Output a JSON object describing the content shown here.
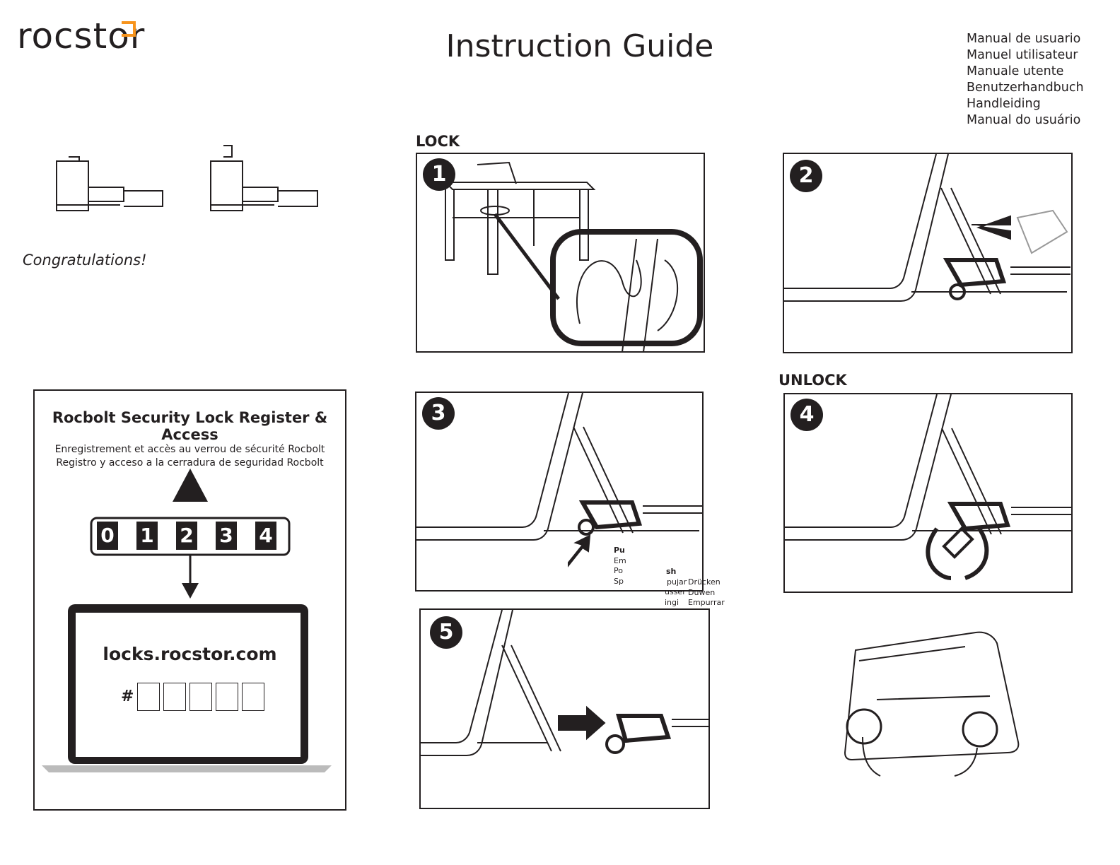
{
  "brand": {
    "logo": "rocstor",
    "accent": "#f7941d"
  },
  "header": {
    "title": "Instruction Guide",
    "languages": [
      "Manual de usuario",
      "Manuel utilisateur",
      "Manuale utente",
      "Benutzerhandbuch",
      "Handleiding",
      "Manual do usuário"
    ]
  },
  "intro": {
    "congratulations": "Congratulations!"
  },
  "sections": {
    "lock": "LOCK",
    "unlock": "UNLOCK"
  },
  "steps": [
    "1",
    "2",
    "3",
    "4",
    "5"
  ],
  "push_labels": {
    "col1": [
      "Pu",
      "Em",
      "Po",
      "Sp"
    ],
    "col2": [
      "sh",
      "pujar",
      "usser",
      "ingi"
    ],
    "col3": [
      "Drücken",
      "Duwen",
      "Empurrar"
    ]
  },
  "register": {
    "title": "Rocbolt Security Lock Register & Access",
    "subtitle_fr": "Enregistrement et accès au verrou de sécurité Rocbolt",
    "subtitle_es": "Registro y acceso a la cerradura de seguridad Rocbolt",
    "digits": [
      "0",
      "1",
      "2",
      "3",
      "4"
    ],
    "url": "locks.rocstor.com",
    "hash": "#"
  }
}
